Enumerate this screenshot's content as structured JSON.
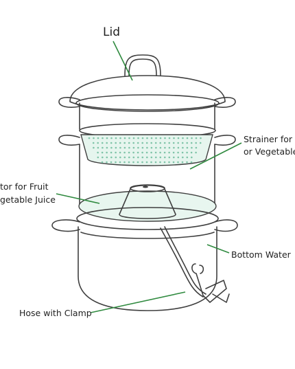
{
  "labels": {
    "lid": "Lid",
    "strainer_line1": "Strainer for",
    "strainer_line2": "or Vegetable",
    "collector_line1": "tor for Fruit",
    "collector_line2": "getable Juice",
    "bottom_water": "Bottom Water",
    "hose": "Hose with Clamp"
  },
  "colors": {
    "outline": "#3f3f3f",
    "leader": "#2f8a3f",
    "strainer_fill": "#e6f5ee",
    "strainer_dots": "#7fc4a8",
    "collector_fill": "#e8f6ef"
  }
}
